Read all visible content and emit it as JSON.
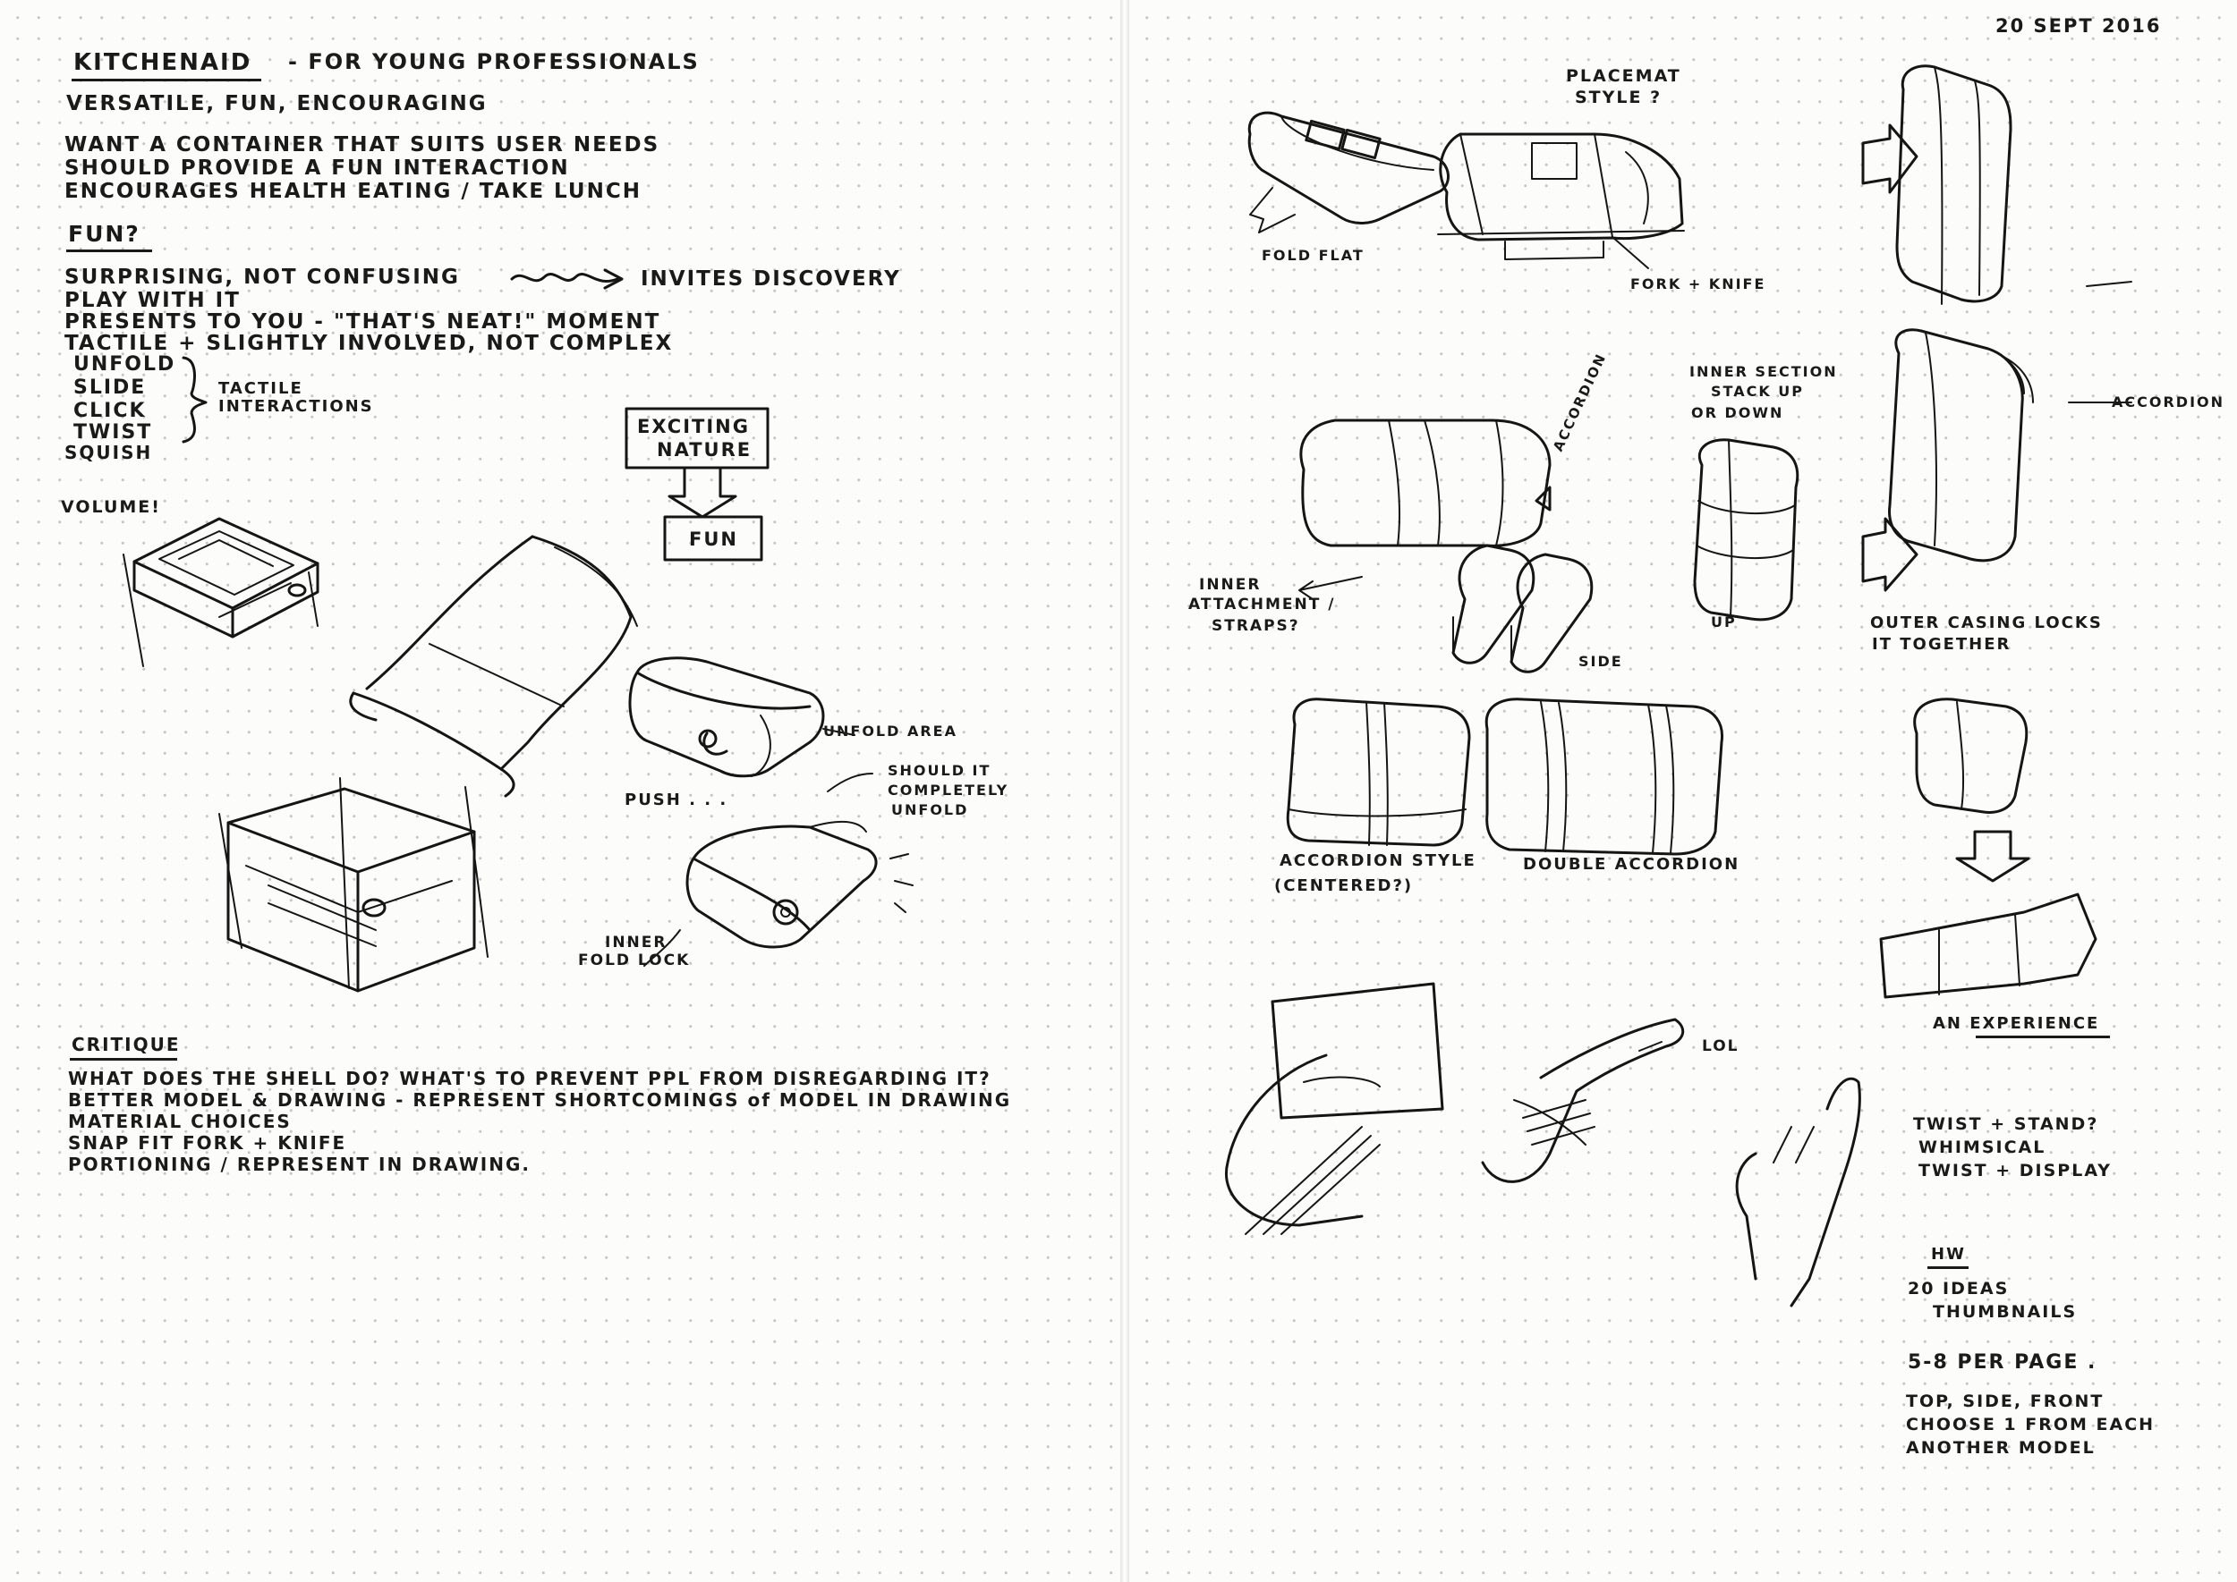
{
  "left_page": {
    "title": "KITCHENAID",
    "subtitle": "- FOR YOUNG PROFESSIONALS",
    "keywords": "VERSATILE, FUN, ENCOURAGING",
    "goals": [
      "WANT A CONTAINER THAT SUITS USER NEEDS",
      "SHOULD PROVIDE A FUN INTERACTION",
      "ENCOURAGES HEALTH EATING / TAKE LUNCH"
    ],
    "fun_heading": "FUN?",
    "fun_line_1": "SURPRISING, NOT CONFUSING",
    "fun_line_1_arrow_to": "INVITES DISCOVERY",
    "fun_lines": [
      "PLAY WITH IT",
      "PRESENTS TO YOU - \"THAT'S NEAT!\" MOMENT",
      "TACTILE + SLIGHTLY INVOLVED, NOT COMPLEX"
    ],
    "interactions": [
      "UNFOLD",
      "SLIDE",
      "CLICK",
      "TWIST",
      "SQUISH"
    ],
    "interactions_label_1": "TACTILE",
    "interactions_label_2": "INTERACTIONS",
    "volume_label": "VOLUME!",
    "flow_box_1": [
      "EXCITING",
      "NATURE"
    ],
    "flow_box_2": "FUN",
    "sketch_labels": {
      "unfold_area": "UNFOLD AREA",
      "push": "PUSH . . .",
      "should_it": [
        "SHOULD IT",
        "COMPLETELY",
        "UNFOLD"
      ],
      "inner_fold_lock": [
        "INNER",
        "FOLD LOCK"
      ]
    },
    "critique_heading": "CRITIQUE",
    "critique_lines": [
      "WHAT DOES THE SHELL DO? WHAT'S TO PREVENT PPL FROM DISREGARDING IT?",
      "BETTER MODEL & DRAWING - REPRESENT SHORTCOMINGS of MODEL IN DRAWING",
      "MATERIAL CHOICES",
      "SNAP FIT FORK + KNIFE",
      "PORTIONING / REPRESENT IN DRAWING."
    ]
  },
  "right_page": {
    "date": "20 SEPT 2016",
    "labels": {
      "placemat_style": [
        "PLACEMAT",
        "STYLE ?"
      ],
      "fold_flat": "FOLD FLAT",
      "fork_knife": "FORK + KNIFE",
      "inner_section": [
        "INNER SECTION",
        "STACK UP",
        "OR DOWN"
      ],
      "accordion_right": "ACCORDION",
      "accordion_diag": "ACCORDION",
      "inner_attachment": [
        "INNER",
        "ATTACHMENT /",
        "STRAPS?"
      ],
      "side": "SIDE",
      "up": "UP",
      "outer_casing": [
        "OUTER CASING LOCKS",
        "IT TOGETHER"
      ],
      "accordion_style": [
        "ACCORDION STYLE",
        "(CENTERED?)"
      ],
      "double_accordion": "DOUBLE ACCORDION",
      "an_experience": "AN EXPERIENCE",
      "lol": "LOL"
    },
    "twist_notes": [
      "TWIST + STAND?",
      "WHIMSICAL",
      "TWIST + DISPLAY"
    ],
    "hw_heading": "HW",
    "hw_lines": [
      "20 IDEAS",
      "THUMBNAILS",
      "5-8 PER PAGE .",
      "TOP, SIDE, FRONT",
      "CHOOSE 1 FROM EACH",
      "ANOTHER MODEL"
    ]
  }
}
